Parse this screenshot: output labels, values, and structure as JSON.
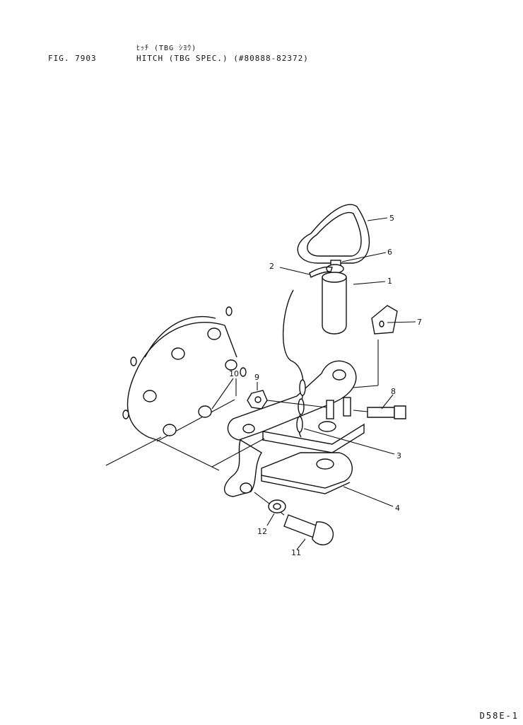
{
  "header": {
    "figure_number": "FIG. 7903",
    "title_jp": "ﾋｯﾁ (TBG ｼﾖｳ)",
    "title_en": "HITCH (TBG SPEC.) (#80888-82372)"
  },
  "footer": {
    "page_code": "D58E-1"
  },
  "callouts": [
    "1",
    "2",
    "3",
    "4",
    "5",
    "6",
    "7",
    "8",
    "9",
    "10",
    "11",
    "12"
  ]
}
